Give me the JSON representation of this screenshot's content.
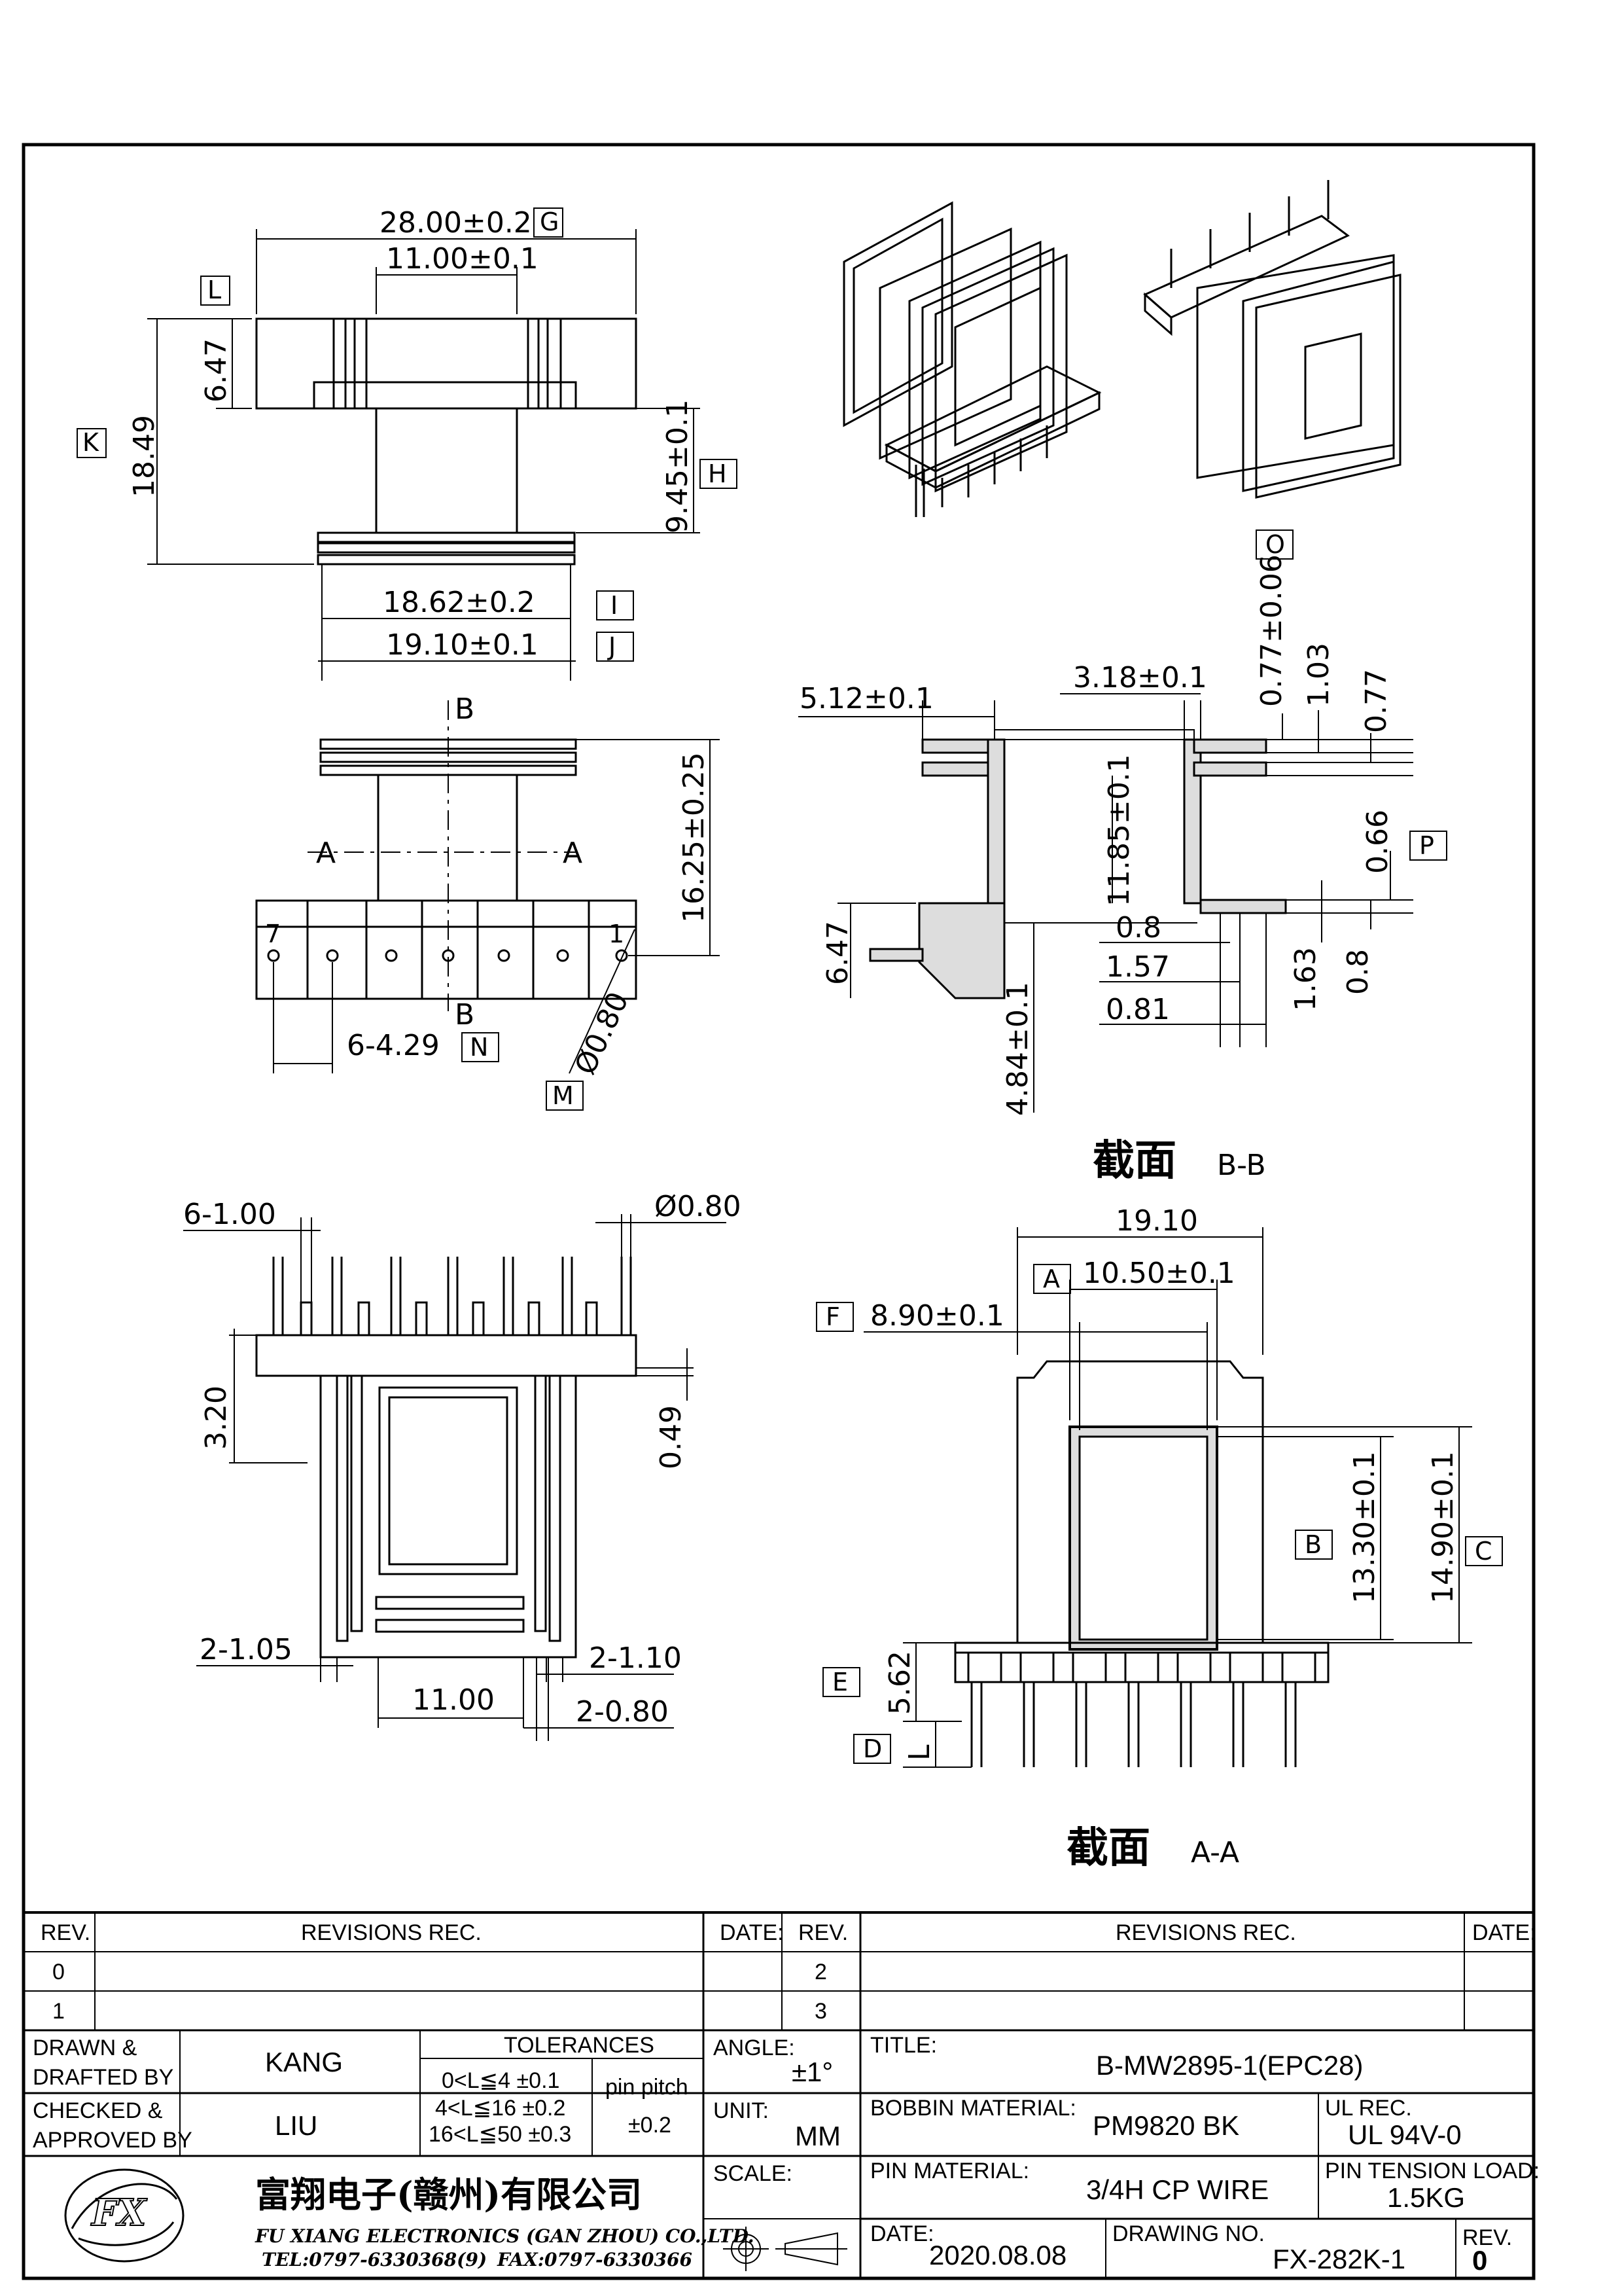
{
  "views": {
    "top": {
      "dims": {
        "width_total": "28.00±0.2",
        "tag_g": "G",
        "width_center": "11.00±0.1",
        "tag_l": "L",
        "height_flange": "6.47",
        "tag_k": "K",
        "height_total": "18.49",
        "height_core": "9.45±0.1",
        "tag_h": "H",
        "width_inner": "18.62±0.2",
        "tag_i": "I",
        "width_outer": "19.10±0.1",
        "tag_j": "J"
      }
    },
    "front": {
      "section_b": "B",
      "section_a": "A",
      "pin_first": "7",
      "pin_last": "1",
      "height": "16.25±0.25",
      "pitch": "6-4.29",
      "tag_n": "N",
      "pin_dia": "Ø0.80",
      "tag_m": "M"
    },
    "section_bb": {
      "caption_cn": "截面",
      "caption": "B-B",
      "dims": {
        "d1": "5.12±0.1",
        "d2": "3.18±0.1",
        "d3": "0.77±0.06",
        "tag_o": "O",
        "d4": "1.03",
        "d5": "0.77",
        "d6": "11.85±0.1",
        "d7": "0.66",
        "tag_p": "P",
        "d8": "6.47",
        "d9": "0.8",
        "d10": "1.57",
        "d11": "0.81",
        "d12": "1.63",
        "d13": "0.8",
        "d14": "4.84±0.1"
      }
    },
    "bottom": {
      "dims": {
        "slots": "6-1.00",
        "pin_dia": "Ø0.80",
        "h1": "3.20",
        "h2": "0.49",
        "s1": "2-1.05",
        "s2": "2-1.10",
        "w": "11.00",
        "s3": "2-0.80"
      }
    },
    "section_aa": {
      "caption_cn": "截面",
      "caption": "A-A",
      "dims": {
        "w_total": "19.10",
        "tag_a": "A",
        "w_a": "10.50±0.1",
        "tag_f": "F",
        "w_f": "8.90±0.1",
        "tag_b": "B",
        "h_b": "13.30±0.1",
        "h_c": "14.90±0.1",
        "tag_c": "C",
        "tag_e": "E",
        "h_e": "5.62",
        "tag_d": "D",
        "h_d": "L"
      }
    }
  },
  "title_block": {
    "rev_header": "REV.",
    "revisions_header": "REVISIONS   REC.",
    "date_header": "DATE:",
    "rev_rows_left": [
      "0",
      "1"
    ],
    "rev_rows_right": [
      "2",
      "3"
    ],
    "drawn_label_1": "DRAWN &",
    "drawn_label_2": "DRAFTED BY",
    "drawn_value": "KANG",
    "checked_label_1": "CHECKED &",
    "checked_label_2": "APPROVED BY",
    "checked_value": "LIU",
    "tolerances_header": "TOLERANCES",
    "tol_rows": [
      "0<L≦4   ±0.1",
      "4<L≦16  ±0.2",
      "16<L≦50  ±0.3"
    ],
    "pin_pitch_label": "pin pitch",
    "pin_pitch_value": "±0.2",
    "angle_label": "ANGLE:",
    "angle_value": "±1°",
    "unit_label": "UNIT:",
    "unit_value": "MM",
    "scale_label": "SCALE:",
    "title_label": "TITLE:",
    "title_value": "B-MW2895-1(EPC28)",
    "bobbin_label": "BOBBIN MATERIAL:",
    "bobbin_value": "PM9820 BK",
    "ul_label": "UL REC.",
    "ul_value": "UL 94V-0",
    "pin_material_label": "PIN MATERIAL:",
    "pin_material_value": "3/4H CP WIRE",
    "tension_label": "PIN TENSION LOAD:",
    "tension_value": "1.5KG",
    "date_label": "DATE:",
    "date_value": "2020.08.08",
    "drawing_no_label": "DRAWING NO.",
    "drawing_no_value": "FX-282K-1",
    "rev_label": "REV.",
    "rev_value": "0",
    "company_cn": "富翔电子(赣州)有限公司",
    "company_en": "FU XIANG ELECTRONICS (GAN ZHOU) CO.,LTD.",
    "company_tel": "TEL:0797-6330368(9)",
    "company_fax": "FAX:0797-6330366"
  }
}
